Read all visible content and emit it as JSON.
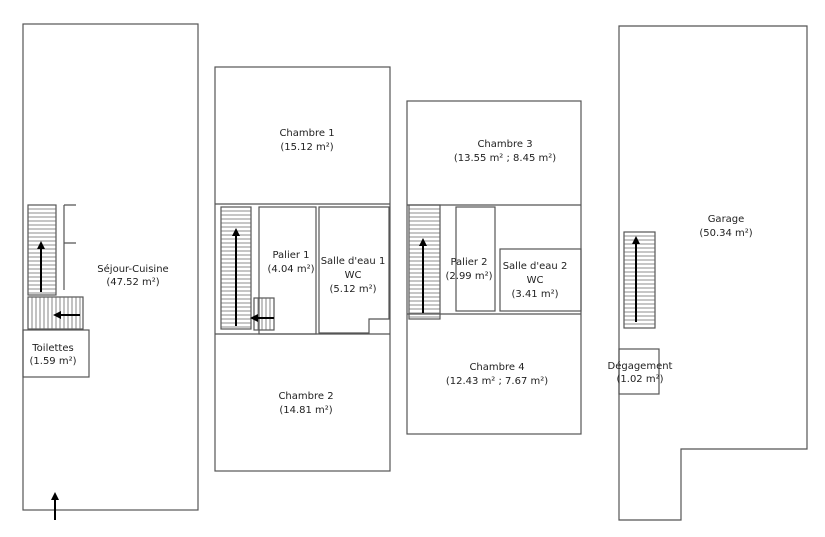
{
  "rooms": {
    "sejour": {
      "name": "Séjour-Cuisine",
      "area": "(47.52 m²)"
    },
    "toilettes": {
      "name": "Toilettes",
      "area": "(1.59 m²)"
    },
    "chambre1": {
      "name": "Chambre 1",
      "area": "(15.12 m²)"
    },
    "palier1": {
      "name": "Palier 1",
      "area": "(4.04 m²)"
    },
    "salle1": {
      "name": "Salle d'eau 1",
      "name2": "WC",
      "area": "(5.12 m²)"
    },
    "chambre2": {
      "name": "Chambre 2",
      "area": "(14.81 m²)"
    },
    "chambre3": {
      "name": "Chambre 3",
      "area": "(13.55 m² ; 8.45 m²)"
    },
    "palier2": {
      "name": "Palier 2",
      "area": "(2.99 m²)"
    },
    "salle2": {
      "name": "Salle d'eau 2",
      "name2": "WC",
      "area": "(3.41 m²)"
    },
    "chambre4": {
      "name": "Chambre 4",
      "area": "(12.43 m² ; 7.67 m²)"
    },
    "garage": {
      "name": "Garage",
      "area": "(50.34 m²)"
    },
    "degagement": {
      "name": "Dégagement",
      "area": "(1.02 m²)"
    }
  }
}
